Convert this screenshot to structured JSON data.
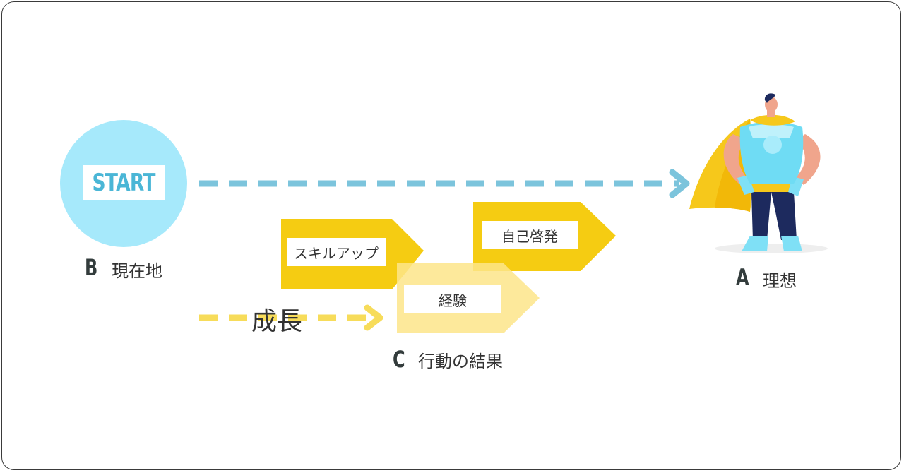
{
  "start": {
    "label": "START"
  },
  "current": {
    "letter": "B",
    "label": "現在地"
  },
  "ideal": {
    "letter": "A",
    "label": "理想"
  },
  "result": {
    "letter": "C",
    "label": "行動の結果"
  },
  "growth": {
    "label": "成長"
  },
  "tags": {
    "skillup": "スキルアップ",
    "self_development": "自己啓発",
    "experience": "経験"
  },
  "colors": {
    "start_circle": "#a6e9fb",
    "start_text": "#4ab6d6",
    "blue_arrow": "#7cc4dc",
    "yellow_arrow": "#f7dc5a",
    "tag_yellow": "#f5cc12",
    "tag_light": "#fde58a",
    "hero_cape": "#f6c81b",
    "hero_body": "#6fdcf4"
  },
  "icons": {
    "hero": "superhero-icon"
  }
}
